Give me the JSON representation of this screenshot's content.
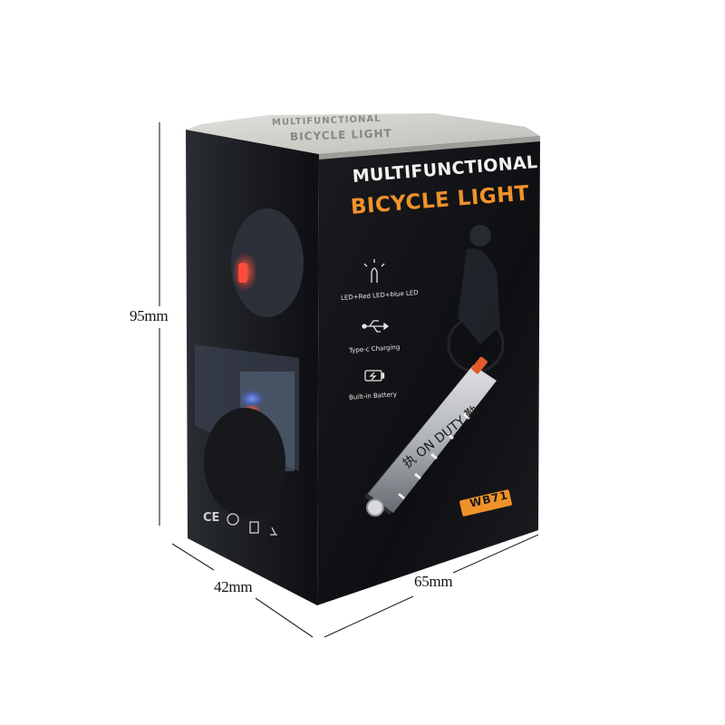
{
  "product": {
    "title_line1": "MULTIFUNCTIONAL",
    "title_line2": "BICYCLE LIGHT",
    "feature1": "LED+Red LED+blue LED",
    "feature2": "Type-c Charging",
    "feature3": "Built-in Battery",
    "model": "WB71",
    "light_text": "执 ON DUTY 勤",
    "top_flap_text": "MULTIFUNCTIONAL",
    "top_flap_text2": "BICYCLE LIGHT",
    "cert_marks": "CE"
  },
  "dimensions": {
    "height": "95mm",
    "depth": "42mm",
    "width": "65mm"
  },
  "colors": {
    "accent_orange": "#f0922a",
    "box_black": "#141416"
  }
}
